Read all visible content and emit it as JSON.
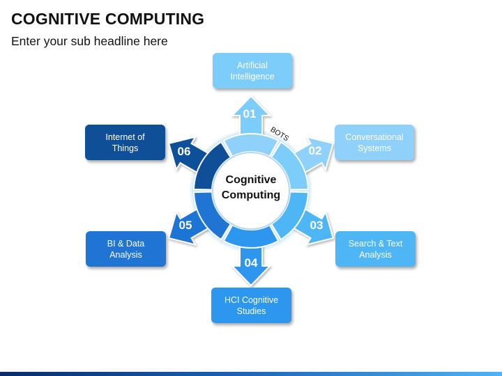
{
  "header": {
    "title": "COGNITIVE COMPUTING",
    "subtitle": "Enter your sub headline here"
  },
  "center": {
    "label": "Cognitive\nComputing"
  },
  "bots_label": "BOTS",
  "items": [
    {
      "number": "01",
      "label": "Artificial\nIntelligence",
      "color": "#7ccdfa"
    },
    {
      "number": "02",
      "label": "Conversational\nSystems",
      "color": "#8fd1fb"
    },
    {
      "number": "03",
      "label": "Search & Text\nAnalysis",
      "color": "#4fb6f5"
    },
    {
      "number": "04",
      "label": "HCI Cognitive\nStudies",
      "color": "#2d96ef"
    },
    {
      "number": "05",
      "label": "BI & Data\nAnalysis",
      "color": "#1f74d4"
    },
    {
      "number": "06",
      "label": "Internet of\nThings",
      "color": "#0f4f98"
    }
  ]
}
